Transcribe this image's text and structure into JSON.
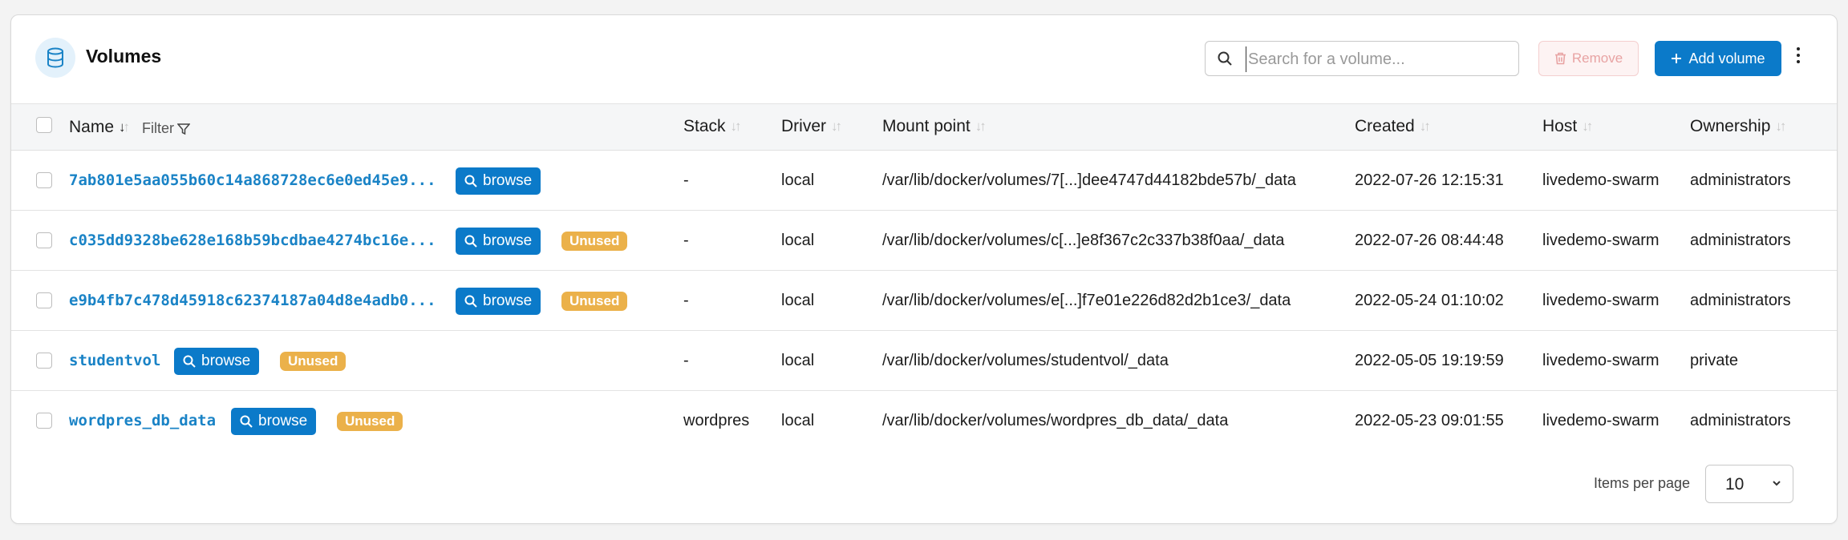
{
  "header": {
    "title": "Volumes",
    "search_placeholder": "Search for a volume...",
    "remove_label": "Remove",
    "add_label": "Add volume"
  },
  "columns": {
    "name": "Name",
    "filter": "Filter",
    "stack": "Stack",
    "driver": "Driver",
    "mount": "Mount point",
    "created": "Created",
    "host": "Host",
    "ownership": "Ownership"
  },
  "browse_label": "browse",
  "unused_label": "Unused",
  "rows": [
    {
      "name": "7ab801e5aa055b60c14a868728ec6e0ed45e9...",
      "unused": false,
      "stack": "-",
      "driver": "local",
      "mount": "/var/lib/docker/volumes/7[...]dee4747d44182bde57b/_data",
      "created": "2022-07-26 12:15:31",
      "host": "livedemo-swarm",
      "ownership": "administrators"
    },
    {
      "name": "c035dd9328be628e168b59bcdbae4274bc16e...",
      "unused": true,
      "stack": "-",
      "driver": "local",
      "mount": "/var/lib/docker/volumes/c[...]e8f367c2c337b38f0aa/_data",
      "created": "2022-07-26 08:44:48",
      "host": "livedemo-swarm",
      "ownership": "administrators"
    },
    {
      "name": "e9b4fb7c478d45918c62374187a04d8e4adb0...",
      "unused": true,
      "stack": "-",
      "driver": "local",
      "mount": "/var/lib/docker/volumes/e[...]f7e01e226d82d2b1ce3/_data",
      "created": "2022-05-24 01:10:02",
      "host": "livedemo-swarm",
      "ownership": "administrators"
    },
    {
      "name": "studentvol",
      "unused": true,
      "stack": "-",
      "driver": "local",
      "mount": "/var/lib/docker/volumes/studentvol/_data",
      "created": "2022-05-05 19:19:59",
      "host": "livedemo-swarm",
      "ownership": "private"
    },
    {
      "name": "wordpres_db_data",
      "unused": true,
      "stack": "wordpres",
      "driver": "local",
      "mount": "/var/lib/docker/volumes/wordpres_db_data/_data",
      "created": "2022-05-23 09:01:55",
      "host": "livedemo-swarm",
      "ownership": "administrators"
    }
  ],
  "footer": {
    "items_per_page_label": "Items per page",
    "items_per_page": "10"
  },
  "colors": {
    "accent": "#0b7ac9",
    "unused_badge": "#ebb14a",
    "remove_disabled": "#e8a3a3"
  },
  "icons": [
    "database-icon",
    "search-icon",
    "trash-icon",
    "plus-icon",
    "kebab-icon",
    "filter-icon",
    "sort-icon",
    "chevron-down-icon"
  ]
}
